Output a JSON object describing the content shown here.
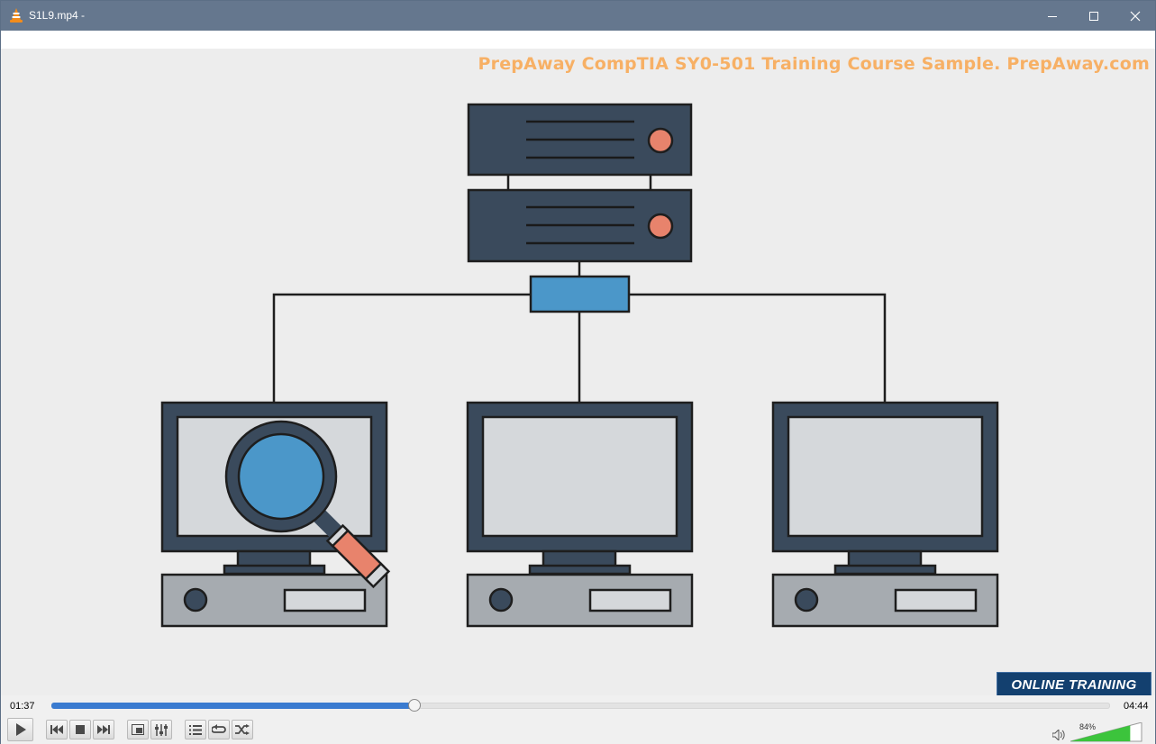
{
  "window": {
    "title": "S1L9.mp4 -",
    "minimize_glyph": "—",
    "maximize_glyph": "☐",
    "close_glyph": "✕"
  },
  "video": {
    "watermark": "PrepAway CompTIA SY0-501 Training Course Sample. PrepAway.com",
    "badge": "ONLINE TRAINING"
  },
  "player": {
    "elapsed": "01:37",
    "total": "04:44",
    "progress_fraction": 0.342,
    "volume_label": "84%",
    "volume_fraction": 0.84
  },
  "icons": {
    "app": "vlc-cone-icon",
    "play": "play-icon",
    "previous": "previous-icon",
    "stop": "stop-icon",
    "next": "next-icon",
    "fullscreen": "fullscreen-icon",
    "extended": "extended-settings-icon",
    "playlist": "playlist-icon",
    "loop": "loop-icon",
    "random": "random-icon",
    "volume": "speaker-icon"
  },
  "colors": {
    "titlebar": "#65778e",
    "watermark": "#f7b065",
    "badge": "#13406f",
    "seek_fill": "#3a7bd0",
    "volume_fill": "#3cc43c",
    "server": "#3a4a5c",
    "switch": "#4b97c9",
    "server_light": "#e8836c",
    "screen": "#d5d8db",
    "case": "#a6abb0"
  }
}
